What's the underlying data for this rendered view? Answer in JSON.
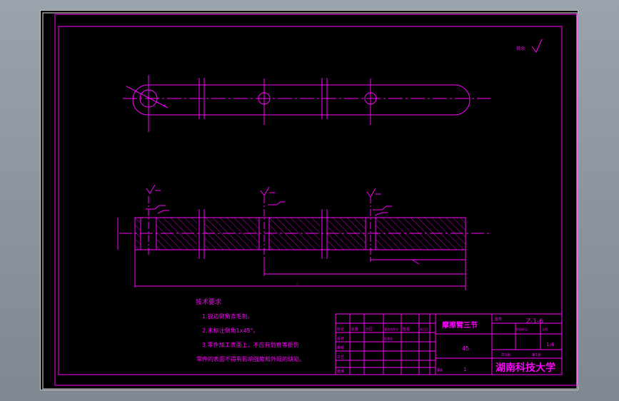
{
  "drawing": {
    "roughness_mark": "其余",
    "tech_title": "技术要求",
    "tech_notes": [
      "1.锐边倒角去毛刺。",
      "2.未标注倒角1x45°。",
      "3.零件加工表面上，不应有划痕等损伤",
      "  零件的表面不得有影响强度和外观的缺陷。"
    ],
    "title_block": {
      "part_name": "摩擦臂三节",
      "drawing_no_label": "图号",
      "drawing_no": "Z-1-6",
      "scale": "1:4",
      "material": "45",
      "sheet_info_left": "共1张",
      "sheet_info_right": "第1张",
      "qty": "1",
      "school": "湖南科技大学",
      "small_labels": [
        "标记",
        "处数",
        "分区",
        "更改文件号",
        "签名",
        "年月日",
        "设计",
        "标准化",
        "审核",
        "工艺",
        "批准",
        "阶段标记",
        "重量",
        "比例"
      ]
    }
  }
}
